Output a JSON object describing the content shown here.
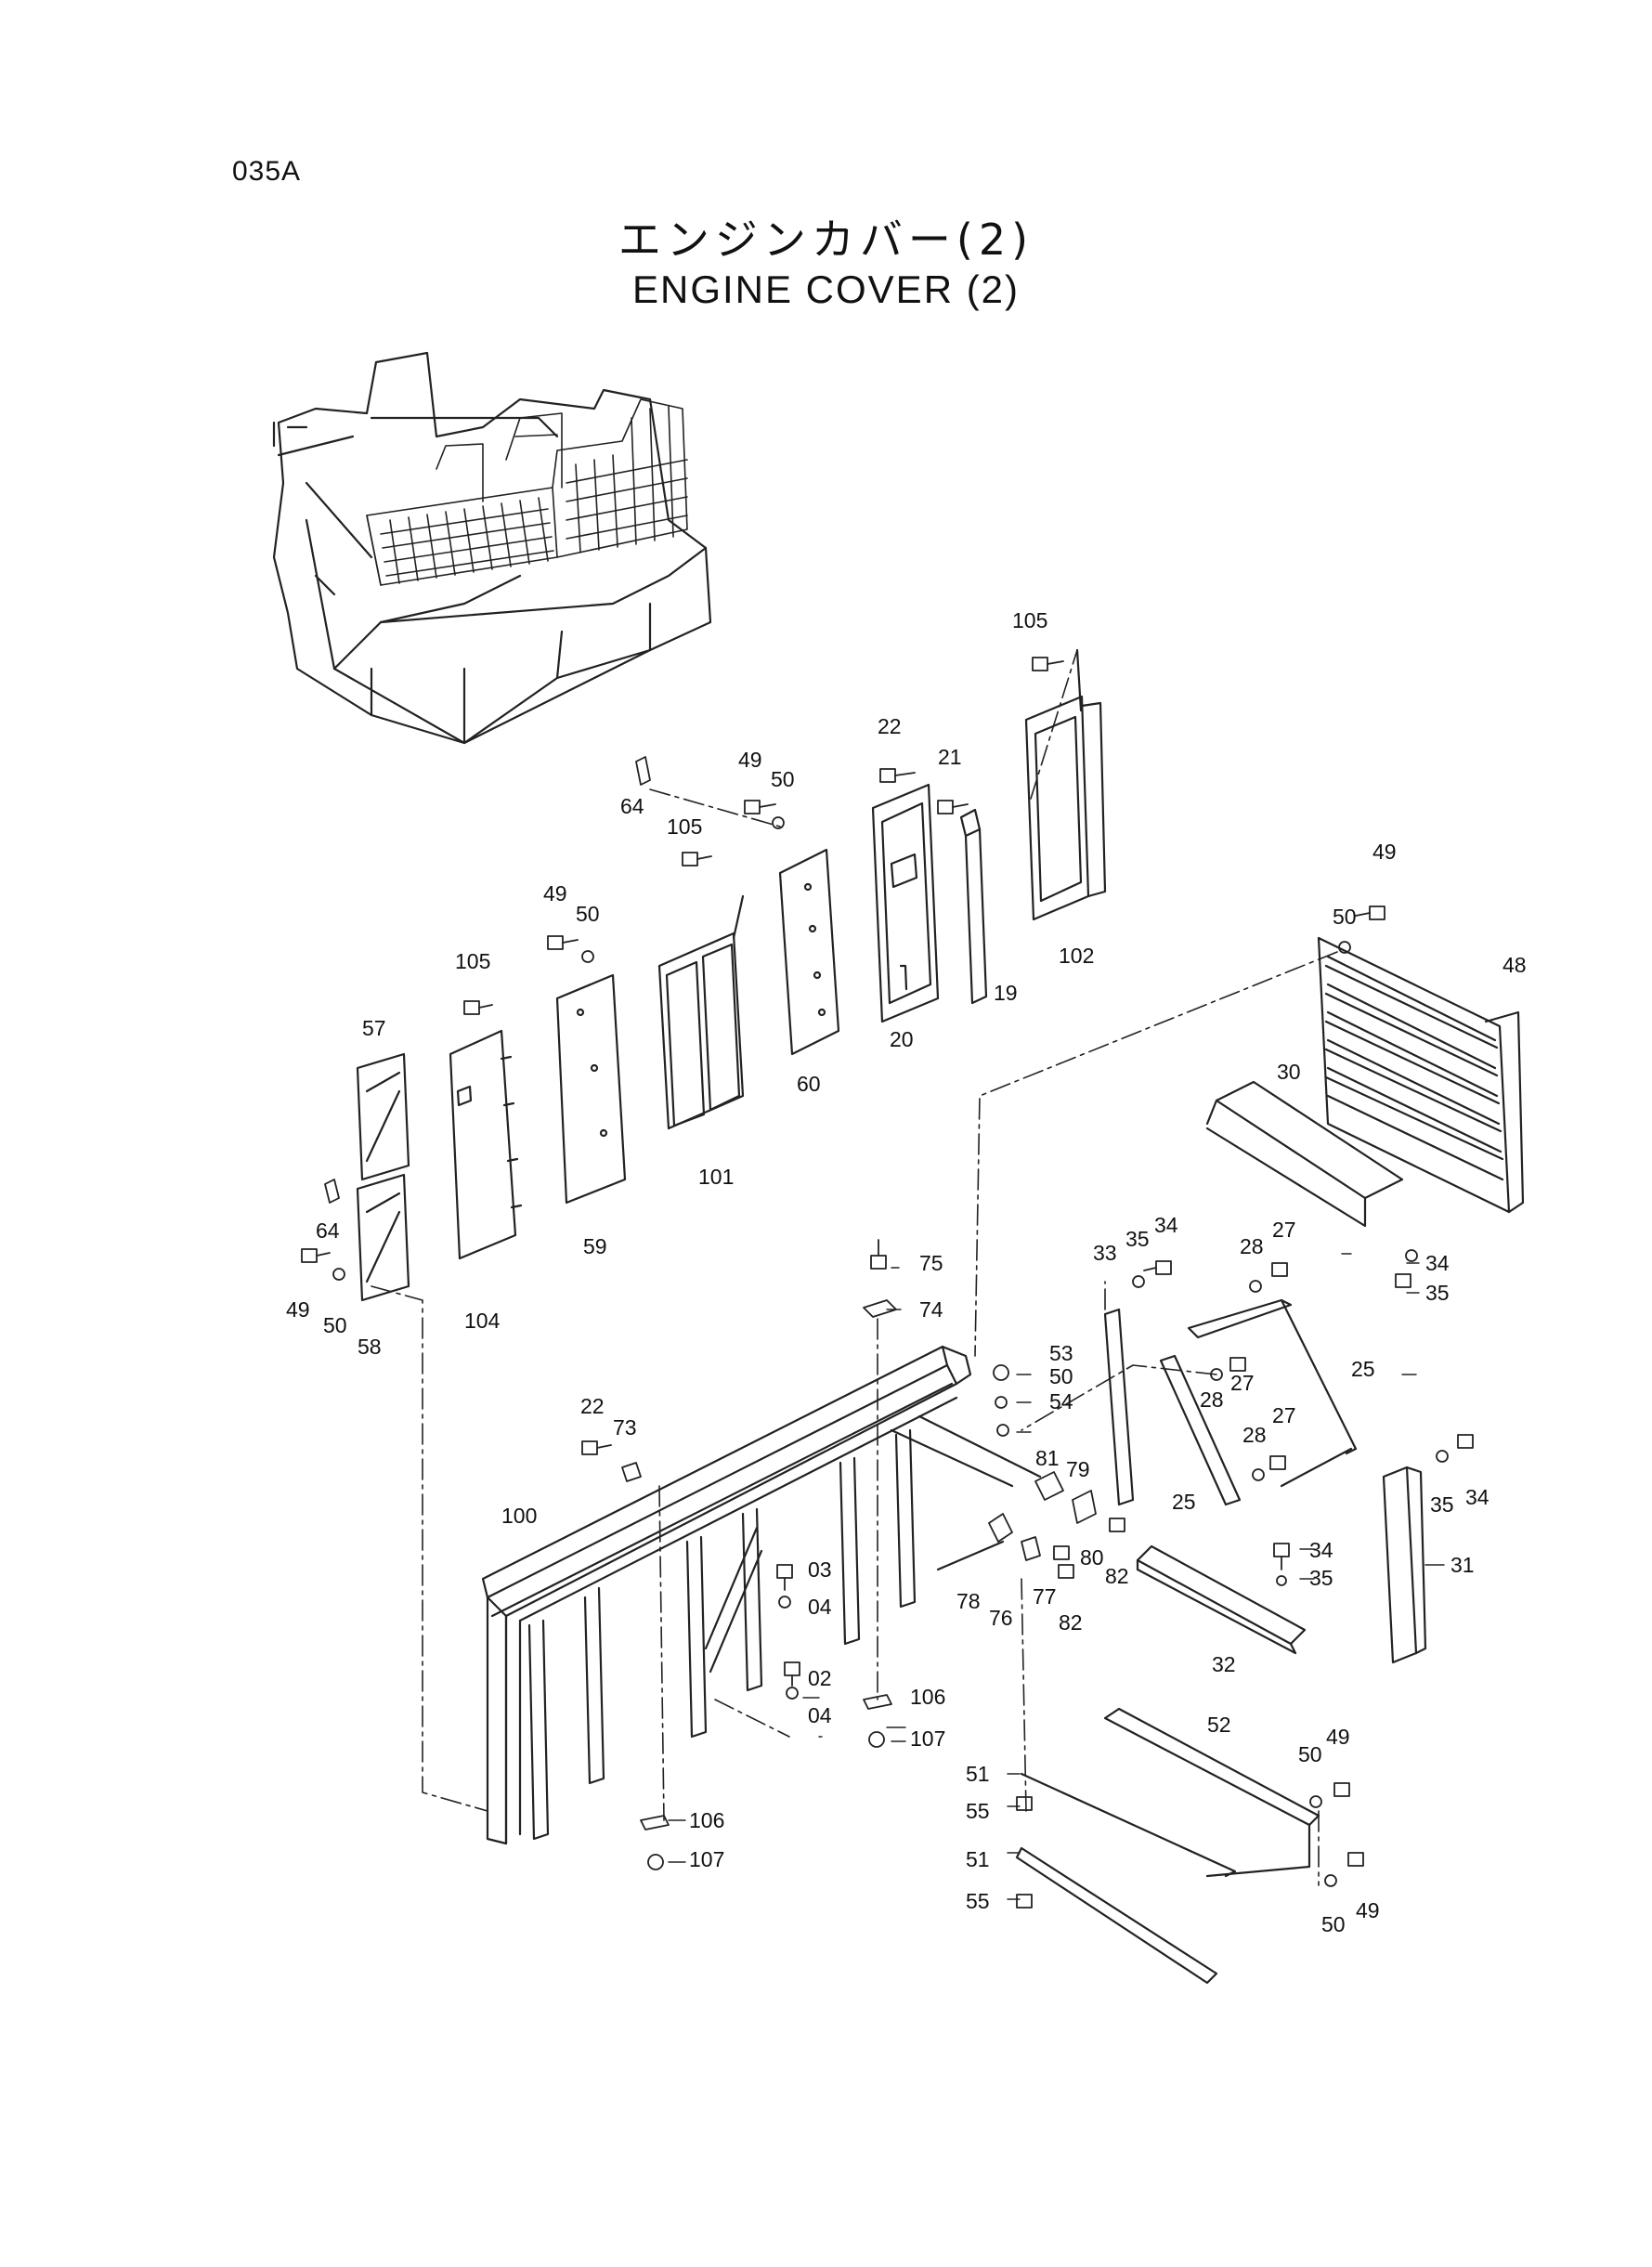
{
  "page": {
    "code": "035A"
  },
  "title": {
    "japanese": "エンジンカバー(2)",
    "english": "ENGINE  COVER (2)"
  },
  "callouts": [
    {
      "id": "c1",
      "text": "105"
    },
    {
      "id": "c2",
      "text": "22"
    },
    {
      "id": "c3",
      "text": "21"
    },
    {
      "id": "c4",
      "text": "49"
    },
    {
      "id": "c5",
      "text": "50"
    },
    {
      "id": "c6",
      "text": "64"
    },
    {
      "id": "c7",
      "text": "105"
    },
    {
      "id": "c8",
      "text": "102"
    },
    {
      "id": "c9",
      "text": "19"
    },
    {
      "id": "c10",
      "text": "20"
    },
    {
      "id": "c11",
      "text": "60"
    },
    {
      "id": "c12",
      "text": "101"
    },
    {
      "id": "c13",
      "text": "49"
    },
    {
      "id": "c14",
      "text": "50"
    },
    {
      "id": "c15",
      "text": "105"
    },
    {
      "id": "c16",
      "text": "59"
    },
    {
      "id": "c17",
      "text": "104"
    },
    {
      "id": "c18",
      "text": "57"
    },
    {
      "id": "c19",
      "text": "64"
    },
    {
      "id": "c20",
      "text": "49"
    },
    {
      "id": "c21",
      "text": "50"
    },
    {
      "id": "c22",
      "text": "58"
    },
    {
      "id": "c23",
      "text": "50"
    },
    {
      "id": "c24",
      "text": "49"
    },
    {
      "id": "c25",
      "text": "48"
    },
    {
      "id": "c26",
      "text": "30"
    },
    {
      "id": "c27",
      "text": "33"
    },
    {
      "id": "c28",
      "text": "35"
    },
    {
      "id": "c29",
      "text": "34"
    },
    {
      "id": "c30",
      "text": "28"
    },
    {
      "id": "c31",
      "text": "27"
    },
    {
      "id": "c32",
      "text": "34"
    },
    {
      "id": "c33",
      "text": "35"
    },
    {
      "id": "c34",
      "text": "75"
    },
    {
      "id": "c35",
      "text": "74"
    },
    {
      "id": "c36",
      "text": "53"
    },
    {
      "id": "c37",
      "text": "50"
    },
    {
      "id": "c38",
      "text": "54"
    },
    {
      "id": "c39",
      "text": "28"
    },
    {
      "id": "c40",
      "text": "27"
    },
    {
      "id": "c41",
      "text": "25"
    },
    {
      "id": "c42",
      "text": "28"
    },
    {
      "id": "c43",
      "text": "27"
    },
    {
      "id": "c44",
      "text": "25"
    },
    {
      "id": "c45",
      "text": "35"
    },
    {
      "id": "c46",
      "text": "34"
    },
    {
      "id": "c47",
      "text": "81"
    },
    {
      "id": "c48",
      "text": "79"
    },
    {
      "id": "c49",
      "text": "80"
    },
    {
      "id": "c50",
      "text": "82"
    },
    {
      "id": "c51",
      "text": "34"
    },
    {
      "id": "c52",
      "text": "35"
    },
    {
      "id": "c53",
      "text": "31"
    },
    {
      "id": "c54",
      "text": "22"
    },
    {
      "id": "c55",
      "text": "73"
    },
    {
      "id": "c56",
      "text": "100"
    },
    {
      "id": "c57",
      "text": "03"
    },
    {
      "id": "c58",
      "text": "04"
    },
    {
      "id": "c59",
      "text": "78"
    },
    {
      "id": "c60",
      "text": "76"
    },
    {
      "id": "c61",
      "text": "77"
    },
    {
      "id": "c62",
      "text": "82"
    },
    {
      "id": "c63",
      "text": "32"
    },
    {
      "id": "c64",
      "text": "02"
    },
    {
      "id": "c65",
      "text": "106"
    },
    {
      "id": "c66",
      "text": "04"
    },
    {
      "id": "c67",
      "text": "107"
    },
    {
      "id": "c68",
      "text": "52"
    },
    {
      "id": "c69",
      "text": "50"
    },
    {
      "id": "c70",
      "text": "49"
    },
    {
      "id": "c71",
      "text": "51"
    },
    {
      "id": "c72",
      "text": "55"
    },
    {
      "id": "c73",
      "text": "106"
    },
    {
      "id": "c74",
      "text": "107"
    },
    {
      "id": "c75",
      "text": "51"
    },
    {
      "id": "c76",
      "text": "55"
    },
    {
      "id": "c77",
      "text": "50"
    },
    {
      "id": "c78",
      "text": "49"
    }
  ]
}
